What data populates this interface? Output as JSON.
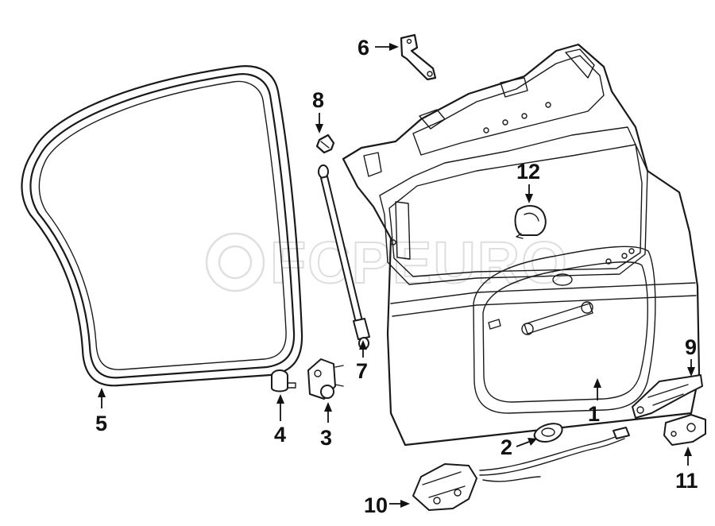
{
  "watermark": {
    "text": "FCPEURO"
  },
  "callouts": [
    {
      "id": "1",
      "label": "1"
    },
    {
      "id": "2",
      "label": "2"
    },
    {
      "id": "3",
      "label": "3"
    },
    {
      "id": "4",
      "label": "4"
    },
    {
      "id": "5",
      "label": "5"
    },
    {
      "id": "6",
      "label": "6"
    },
    {
      "id": "7",
      "label": "7"
    },
    {
      "id": "8",
      "label": "8"
    },
    {
      "id": "9",
      "label": "9"
    },
    {
      "id": "10",
      "label": "10"
    },
    {
      "id": "11",
      "label": "11"
    },
    {
      "id": "12",
      "label": "12"
    }
  ],
  "colors": {
    "line": "#1a1a1a",
    "watermark": "#c9c9c9",
    "background": "#ffffff"
  }
}
